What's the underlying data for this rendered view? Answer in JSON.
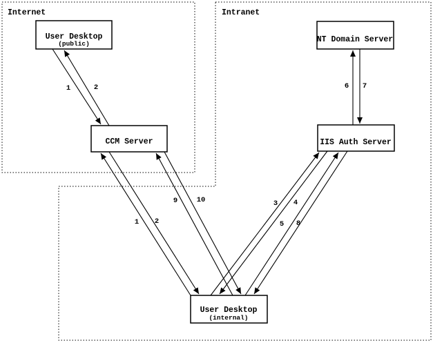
{
  "regions": [
    {
      "id": "internet",
      "label": "Internet"
    },
    {
      "id": "intranet",
      "label": "Intranet"
    }
  ],
  "nodes": [
    {
      "id": "user-desktop-public",
      "label": "User Desktop",
      "sublabel": "(public)",
      "region": "Internet"
    },
    {
      "id": "ccm-server",
      "label": "CCM Server",
      "region": "Internet"
    },
    {
      "id": "nt-domain-server",
      "label": "NT Domain Server",
      "region": "Intranet"
    },
    {
      "id": "iis-auth-server",
      "label": "IIS Auth Server",
      "region": "Intranet"
    },
    {
      "id": "user-desktop-internal",
      "label": "User Desktop",
      "sublabel": "(internal)",
      "region": "Intranet"
    }
  ],
  "flows": [
    {
      "step": "1",
      "from": "User Desktop (public)",
      "to": "CCM Server"
    },
    {
      "step": "2",
      "from": "CCM Server",
      "to": "User Desktop (public)"
    },
    {
      "step": "1",
      "from": "User Desktop (internal)",
      "to": "CCM Server"
    },
    {
      "step": "2",
      "from": "CCM Server",
      "to": "User Desktop (internal)"
    },
    {
      "step": "9",
      "from": "User Desktop (internal)",
      "to": "CCM Server"
    },
    {
      "step": "10",
      "from": "CCM Server",
      "to": "User Desktop (internal)"
    },
    {
      "step": "3",
      "from": "User Desktop (internal)",
      "to": "IIS Auth Server"
    },
    {
      "step": "4",
      "from": "IIS Auth Server",
      "to": "User Desktop (internal)"
    },
    {
      "step": "5",
      "from": "User Desktop (internal)",
      "to": "IIS Auth Server"
    },
    {
      "step": "8",
      "from": "IIS Auth Server",
      "to": "User Desktop (internal)"
    },
    {
      "step": "6",
      "from": "IIS Auth Server",
      "to": "NT Domain Server"
    },
    {
      "step": "7",
      "from": "NT Domain Server",
      "to": "IIS Auth Server"
    }
  ],
  "colors": {
    "line": "#000000",
    "background": "#ffffff"
  }
}
